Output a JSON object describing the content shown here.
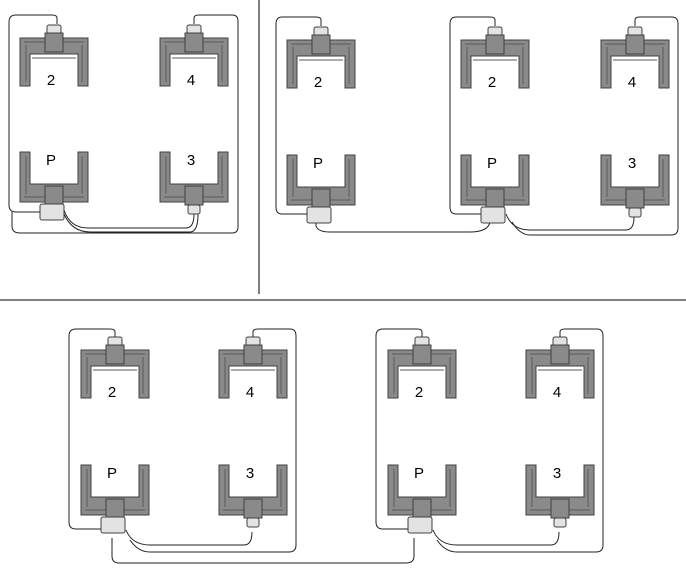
{
  "colors": {
    "body": "#8a8a8a",
    "body_stroke": "#404040",
    "connector": "#e3e3e3",
    "cable": "#222222",
    "divider": "#555555",
    "frame": "#333333"
  },
  "panels": [
    {
      "name": "panel-top-left",
      "units": [
        {
          "id": "u2",
          "label": "2",
          "type": "top"
        },
        {
          "id": "u4",
          "label": "4",
          "type": "top"
        },
        {
          "id": "uP",
          "label": "P",
          "type": "primary"
        },
        {
          "id": "u3",
          "label": "3",
          "type": "bottom"
        }
      ]
    },
    {
      "name": "panel-top-right",
      "units": [
        {
          "id": "a2",
          "label": "2",
          "type": "top"
        },
        {
          "id": "aP",
          "label": "P",
          "type": "primary"
        },
        {
          "id": "b2",
          "label": "2",
          "type": "top"
        },
        {
          "id": "b4",
          "label": "4",
          "type": "top"
        },
        {
          "id": "bP",
          "label": "P",
          "type": "primary"
        },
        {
          "id": "b3",
          "label": "3",
          "type": "bottom"
        }
      ]
    },
    {
      "name": "panel-bottom",
      "units": [
        {
          "id": "c2",
          "label": "2",
          "type": "top"
        },
        {
          "id": "c4",
          "label": "4",
          "type": "top"
        },
        {
          "id": "cP",
          "label": "P",
          "type": "primary"
        },
        {
          "id": "c3",
          "label": "3",
          "type": "bottom"
        },
        {
          "id": "d2",
          "label": "2",
          "type": "top"
        },
        {
          "id": "d4",
          "label": "4",
          "type": "top"
        },
        {
          "id": "dP",
          "label": "P",
          "type": "primary"
        },
        {
          "id": "d3",
          "label": "3",
          "type": "bottom"
        }
      ]
    }
  ]
}
